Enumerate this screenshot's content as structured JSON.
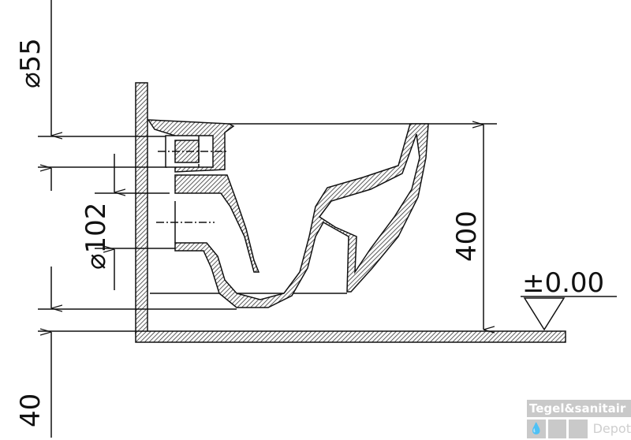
{
  "dimensions": {
    "inlet_diameter": "⌀55",
    "outlet_diameter": "⌀102",
    "height": "400",
    "floor_level": "±0.00",
    "offset": "40"
  },
  "watermark": {
    "brand": "Tegel&sanitair",
    "sub": "Depot",
    "icon": "water-drop-icon"
  },
  "colors": {
    "line": "#111111",
    "watermark": "#c9c9c9"
  }
}
